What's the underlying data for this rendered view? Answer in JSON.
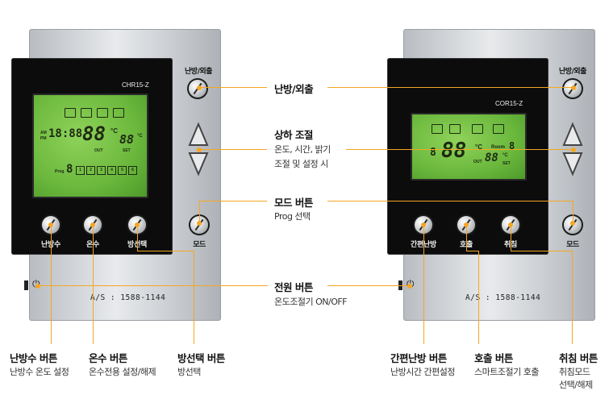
{
  "left_device": {
    "model": "CHR15-Z",
    "top_button": "난방/외출",
    "mode_button": "모드",
    "bottom_buttons": [
      "난방수",
      "온수",
      "방선택"
    ],
    "as_text": "A/S : 1588-1144",
    "lcd": {
      "time": "18:88",
      "temp_big": "88",
      "temp_unit": "°C",
      "temp_small": "88",
      "temp_small_unit": "°C",
      "out": "OUT",
      "set": "SET",
      "am": "AM",
      "pm": "PM",
      "prog": "Prog",
      "prog_digit": "8",
      "prog_cells": [
        "1",
        "2",
        "3",
        "4",
        "5",
        "6"
      ]
    }
  },
  "right_device": {
    "model": "COR15-Z",
    "top_button": "난방/외출",
    "mode_button": "모드",
    "bottom_buttons": [
      "간편난방",
      "호출",
      "취침"
    ],
    "as_text": "A/S : 1588-1144",
    "lcd": {
      "prog_digit": "8",
      "temp_big": "88",
      "temp_unit": "°C",
      "temp_small": "88",
      "temp_small_unit": "°C",
      "room": "Room",
      "room_digit": "8",
      "out": "OUT",
      "set": "SET"
    }
  },
  "callouts_center": [
    {
      "title": "난방/외출",
      "desc": []
    },
    {
      "title": "상하 조절",
      "desc": [
        "온도, 시간, 밝기",
        "조절 및 설정 시"
      ]
    },
    {
      "title": "모드 버튼",
      "desc": [
        "Prog 선택"
      ]
    },
    {
      "title": "전원 버튼",
      "desc": [
        "온도조절기 ON/OFF"
      ]
    }
  ],
  "callouts_bottom": [
    {
      "title": "난방수 버튼",
      "desc": [
        "난방수 온도 설정"
      ]
    },
    {
      "title": "온수 버튼",
      "desc": [
        "온수전용 설정/해제"
      ]
    },
    {
      "title": "방선택 버튼",
      "desc": [
        "방선택"
      ]
    },
    {
      "title": "간편난방 버튼",
      "desc": [
        "난방시간 간편설정"
      ]
    },
    {
      "title": "호출 버튼",
      "desc": [
        "스마트조절기 호출"
      ]
    },
    {
      "title": "취침 버튼",
      "desc": [
        "취침모드",
        "선택/해제"
      ]
    }
  ],
  "colors": {
    "accent": "#f5a623",
    "lcd": "#7cc44a",
    "panel": "#0c0c0c",
    "body": "#d8dbde"
  },
  "icons": [
    "power-icon",
    "up-arrow-icon",
    "down-arrow-icon",
    "lock-icon",
    "run-icon",
    "flame-icon",
    "moon-icon"
  ]
}
